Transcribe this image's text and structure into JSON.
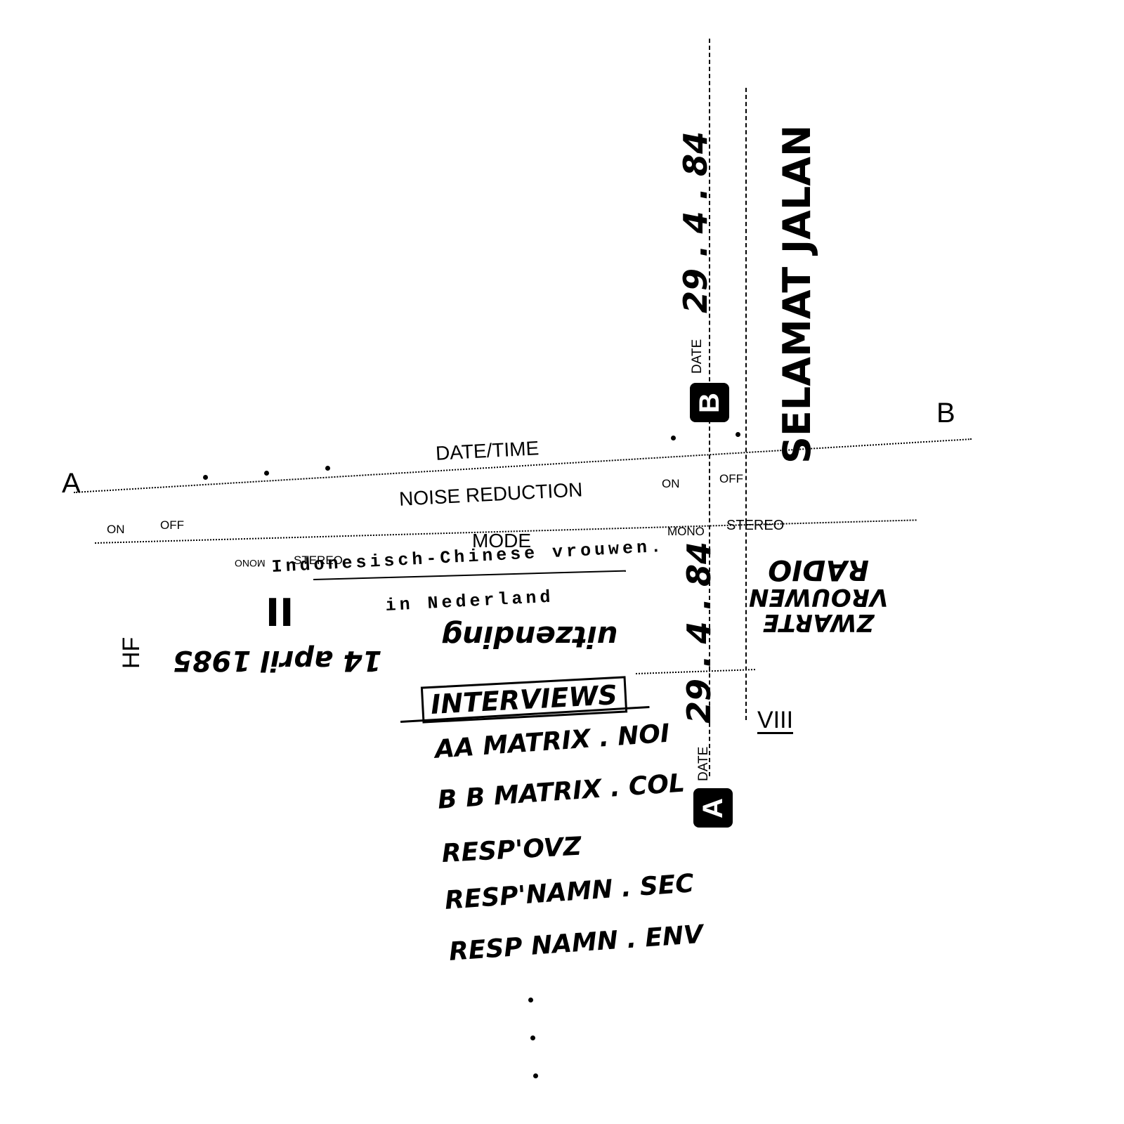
{
  "card": {
    "side_a_label": "A",
    "side_b_label": "B",
    "date_time_label": "DATE/TIME",
    "noise_reduction_label": "NOISE REDUCTION",
    "mode_label": "MODE",
    "on_label": "ON",
    "off_label": "OFF",
    "mono_label": "MONO",
    "stereo_label": "STEREO"
  },
  "spine": {
    "badge_b": "B",
    "badge_a": "A",
    "date_label": "DATE",
    "date_b": "29 . 4 . 84",
    "date_a": "29 . 4 . 84"
  },
  "title": {
    "line1": "Indonesisch-Chinese vrouwen.",
    "line2": "in Nederland",
    "roman": "II",
    "selamat": "SELAMAT JALAN",
    "side_number": "VIII"
  },
  "handwritten": {
    "uitzending": "uitzending",
    "date_note": "14 april 1985",
    "initials": "HF",
    "radio_line1": "ZWARTE",
    "radio_line2": "VROUWEN",
    "radio_line3": "RADIO"
  },
  "contents": {
    "heading": "INTERVIEWS",
    "items": [
      "AA MATRIX . NOI",
      "B B MATRIX . COL",
      "RESP'OVZ",
      "RESP'NAMN . SEC",
      "RESP NAMN . ENV"
    ]
  }
}
